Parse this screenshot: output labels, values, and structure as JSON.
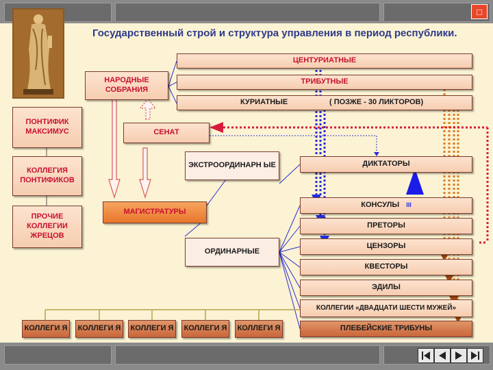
{
  "title": "Государственный строй и структура управления в период республики.",
  "help_icon": "□",
  "assemblies": {
    "label": "НАРОДНЫЕ СОБРАНИЯ",
    "centuriate": "ЦЕНТУРИАТНЫЕ",
    "tribute": "ТРИБУТНЫЕ",
    "curiate": "КУРИАТНЫЕ",
    "curiate_note": "( ПОЗЖЕ - 30 ЛИКТОРОВ)"
  },
  "senate": "СЕНАТ",
  "priests": {
    "pontifex": "ПОНТИФИК МАКСИМУС",
    "college_pontiffs": "КОЛЛЕГИЯ ПОНТИФИКОВ",
    "other_colleges": "ПРОЧИЕ КОЛЛЕГИИ ЖРЕЦОВ"
  },
  "magistracies": {
    "label": "МАГИСТРАТУРЫ",
    "extraordinary": "ЭКСТРООРДИНАРН ЫЕ",
    "ordinary": "ОРДИНАРНЫЕ",
    "dictators": "ДИКТАТОРЫ",
    "consuls": "КОНСУЛЫ",
    "consuls_mark": "III",
    "praetors": "ПРЕТОРЫ",
    "censors": "ЦЕНЗОРЫ",
    "quaestors": "КВЕСТОРЫ",
    "aediles": "ЭДИЛЫ",
    "vigintisexviri": "КОЛЛЕГИИ «ДВАДЦАТИ ШЕСТИ МУЖЕЙ»",
    "tribunes": "ПЛЕБЕЙСКИЕ ТРИБУНЫ"
  },
  "colleges": [
    "КОЛЛЕГИ Я",
    "КОЛЛЕГИ Я",
    "КОЛЛЕГИ Я",
    "КОЛЛЕГИ Я",
    "КОЛЛЕГИ Я"
  ],
  "icons": {
    "statue": "statue-image",
    "help": "help-icon",
    "nav_first": "first-slide-icon",
    "nav_prev": "prev-slide-icon",
    "nav_next": "next-slide-icon",
    "nav_last": "last-slide-icon"
  },
  "colors": {
    "background": "#fbf3d3",
    "box": "#f6cdb0",
    "box_border": "#7a3b2e",
    "title": "#2e3a8c",
    "label_red": "#c8102e",
    "magistracies": "#e8762c",
    "connector_blue": "#2b2bd6",
    "connector_red": "#d81b3c",
    "connector_orange": "#e07a20",
    "triangle_brown": "#a64b0e"
  }
}
